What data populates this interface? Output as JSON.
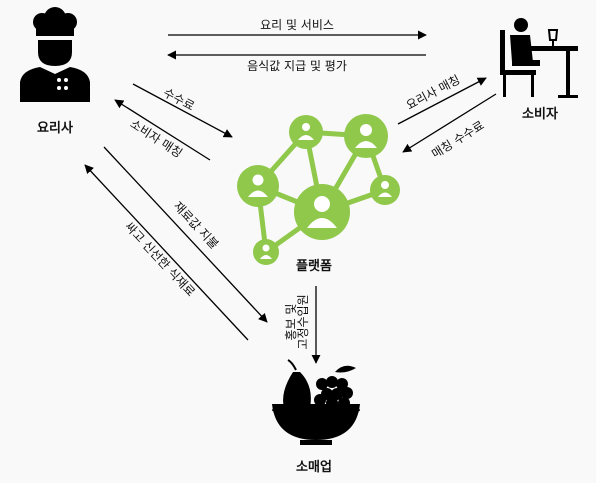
{
  "nodes": {
    "chef": "요리사",
    "consumer": "소비자",
    "platform": "플랫폼",
    "retailer": "소매업"
  },
  "edges": {
    "chef_to_consumer": "요리 및 서비스",
    "consumer_to_chef": "음식값 지급 및 평가",
    "chef_to_platform": "수수료",
    "platform_to_chef": "소비자 매칭",
    "platform_to_consumer": "요리사 매칭",
    "consumer_to_platform": "매칭 수수료",
    "chef_to_retailer": "재료값 지불",
    "retailer_to_chef": "싸고 신선한 식재료",
    "platform_to_retailer_line1": "홍보 및",
    "platform_to_retailer_line2": "고정수입원"
  },
  "colors": {
    "platform_green": "#8fc84a",
    "ink": "#000000"
  },
  "icons": {
    "chef": "chef-icon",
    "consumer": "diner-icon",
    "platform": "network-icon",
    "retailer": "fruit-bowl-icon"
  }
}
